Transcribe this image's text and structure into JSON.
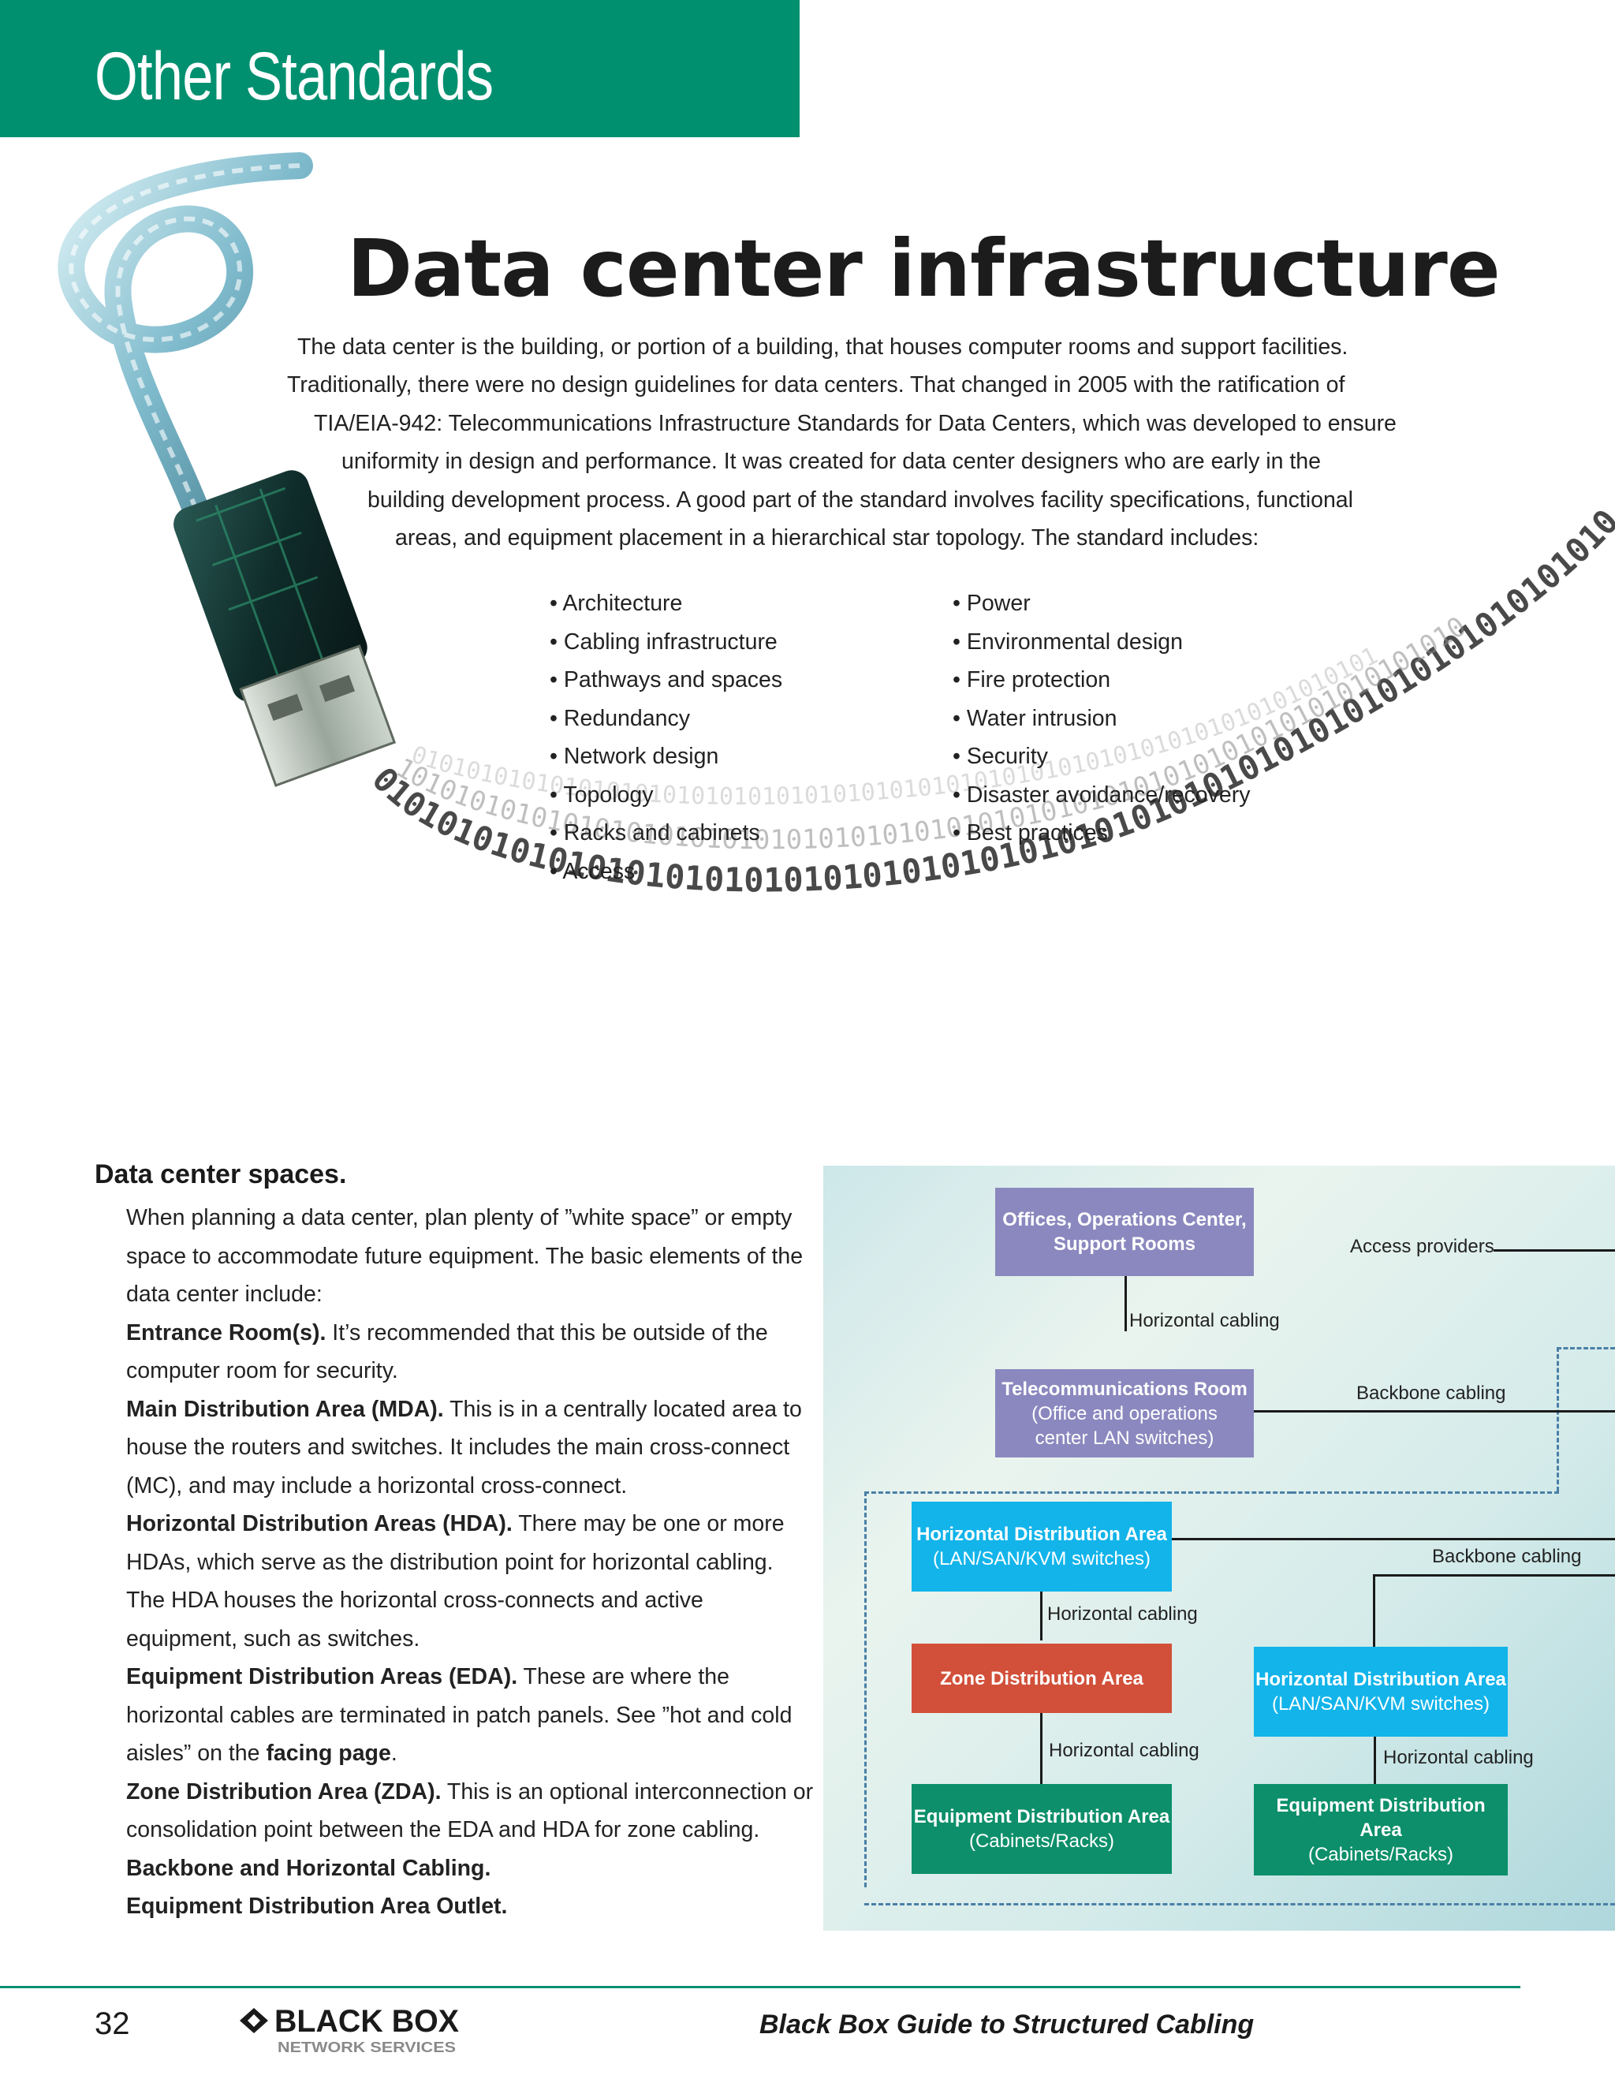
{
  "header": {
    "section_title": "Other Standards"
  },
  "article": {
    "title": "Data center infrastructure",
    "intro_lines": [
      "The data center is the building, or portion of a building, that houses computer rooms and support facilities.",
      "Traditionally, there were no design guidelines for data centers. That changed in 2005 with the ratification of",
      "TIA/EIA-942: Telecommunications Infrastructure Standards for Data Centers, which was developed to ensure",
      "uniformity in design and performance. It was created for data center designers who are early in the",
      "building development process. A good part of the standard involves facility specifications, functional",
      "areas, and equipment placement in a hierarchical star topology. The standard includes:"
    ],
    "list_left": [
      "Architecture",
      "Cabling infrastructure",
      "Pathways and spaces",
      "Redundancy",
      "Network design",
      "Topology",
      "Racks and cabinets",
      "Access"
    ],
    "list_right": [
      "Power",
      "Environmental design",
      "Fire protection",
      "Water intrusion",
      "Security",
      "Disaster avoidance/recovery",
      "Best practices"
    ]
  },
  "spaces": {
    "heading": "Data center spaces.",
    "intro": "When planning a data center, plan plenty of ”white space” or empty space to accommodate future equipment. The basic elements of the data center include:",
    "entrance_term": "Entrance Room(s).",
    "entrance_text": " It’s recommended that this be outside of the computer room for security.",
    "mda_term": "Main Distribution Area (MDA).",
    "mda_text": " This is in a centrally located area to house the routers and switches. It includes the main cross-connect (MC), and may include a horizontal cross-connect.",
    "hda_term": "Horizontal Distribution Areas (HDA).",
    "hda_text": " There may be one or more HDAs, which serve as the distribution point for horizontal cabling. The HDA houses the horizontal cross-connects and active equipment, such as switches.",
    "eda_term": "Equipment Distribution Areas (EDA).",
    "eda_text_a": " These are where the horizontal cables are terminated in patch panels. See ”hot and cold aisles” on the ",
    "eda_link": "facing page",
    "eda_text_b": ".",
    "zda_term": "Zone Distribution Area (ZDA).",
    "zda_text": " This is an optional interconnection or consolidation point between the EDA and HDA for zone cabling.",
    "backbone_term": "Backbone and Horizontal Cabling.",
    "outlet_term": "Equipment Distribution Area Outlet."
  },
  "diagram": {
    "offices_title": "Offices, Operations Center,",
    "offices_sub": "Support Rooms",
    "telecom_title": "Telecommunications Room",
    "telecom_sub1": "(Office and operations",
    "telecom_sub2": "center LAN switches)",
    "hda_title": "Horizontal Distribution Area",
    "hda_sub": "(LAN/SAN/KVM switches)",
    "zda_title": "Zone Distribution Area",
    "eda_title": "Equipment Distribution Area",
    "eda_sub": "(Cabinets/Racks)",
    "label_access": "Access providers",
    "label_horizontal": "Horizontal cabling",
    "label_backbone": "Backbone cabling",
    "colors": {
      "purple": "#8b88bf",
      "blue": "#12b4ea",
      "red": "#d2503a",
      "green": "#0c8f6a"
    }
  },
  "footer": {
    "page_number": "32",
    "logo_text": "BLACK BOX",
    "logo_sub": "NETWORK SERVICES",
    "guide_title": "Black Box Guide to Structured Cabling"
  }
}
